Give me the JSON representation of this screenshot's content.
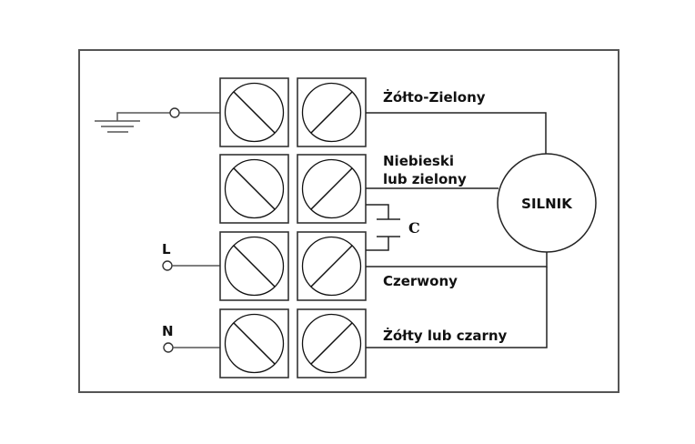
{
  "diagram": {
    "type": "wiring-diagram",
    "motor": {
      "label": "SILNIK"
    },
    "capacitor": {
      "label": "C"
    },
    "supply": [
      {
        "id": "L",
        "label": "L"
      },
      {
        "id": "N",
        "label": "N"
      }
    ],
    "earth": {
      "label": "ground"
    },
    "terminal_rows": [
      {
        "row": 1,
        "wire_label": [
          "Żółto-Zielony"
        ],
        "input": "earth",
        "motor_connection": "top"
      },
      {
        "row": 2,
        "wire_label": [
          "Niebieski",
          "lub zielony"
        ],
        "input": null,
        "motor_connection": "left"
      },
      {
        "row": 3,
        "wire_label": [
          "Czerwony"
        ],
        "input": "L",
        "motor_connection": "bottom"
      },
      {
        "row": 4,
        "wire_label": [
          "Żółty lub czarny"
        ],
        "input": "N",
        "motor_connection": "bottom"
      }
    ],
    "colors": {
      "line": "#222222",
      "frame": "#555555",
      "background": "#ffffff"
    }
  }
}
